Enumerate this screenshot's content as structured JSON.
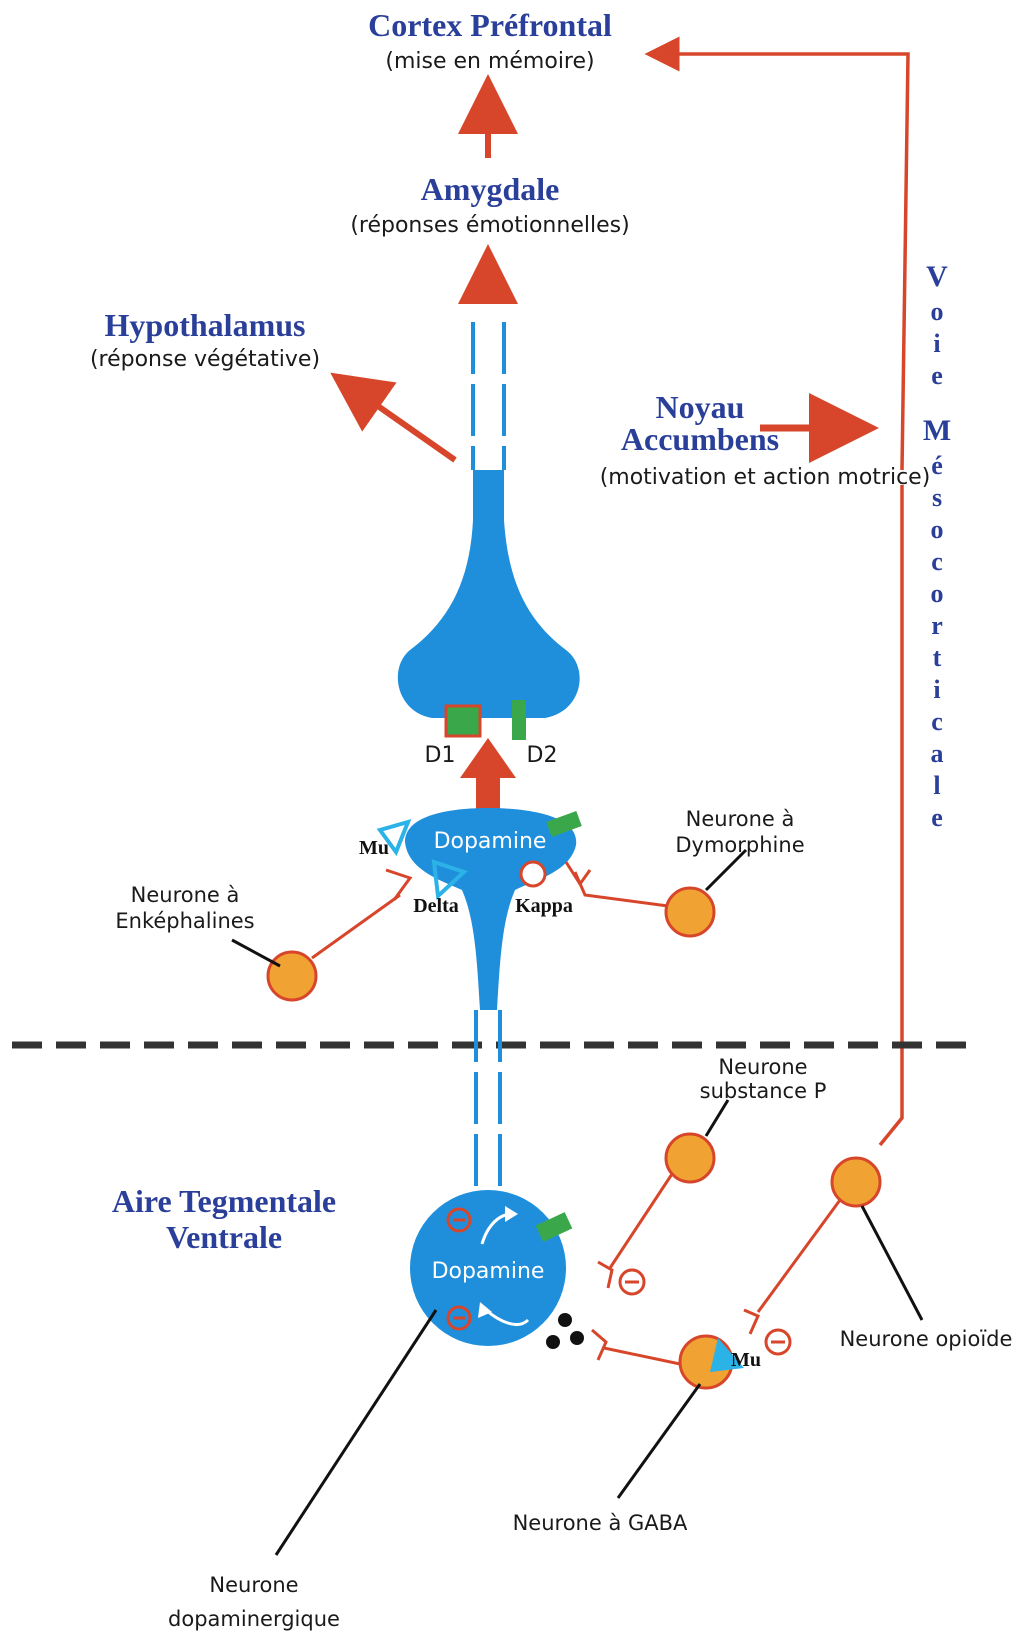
{
  "regions": {
    "cortex": {
      "title": "Cortex Préfrontal",
      "subtitle": "(mise en mémoire)"
    },
    "amygdale": {
      "title": "Amygdale",
      "subtitle": "(réponses émotionnelles)"
    },
    "hypothalamus": {
      "title": "Hypothalamus",
      "subtitle": "(réponse végétative)"
    },
    "accumbens": {
      "title_line1": "Noyau",
      "title_line2": "Accumbens",
      "subtitle": "(motivation et action motrice)"
    },
    "atv": {
      "title_line1": "Aire Tegmentale",
      "title_line2": "Ventrale"
    }
  },
  "pathway": {
    "letters": [
      "V",
      "o",
      "i",
      "e",
      "M",
      "é",
      "s",
      "o",
      "c",
      "o",
      "r",
      "t",
      "i",
      "c",
      "a",
      "l",
      "e"
    ]
  },
  "receptors": {
    "d1": "D1",
    "d2": "D2",
    "mu_top": "Mu",
    "delta": "Delta",
    "kappa": "Kappa",
    "mu_gaba": "Mu"
  },
  "dopamine": {
    "synapse": "Dopamine",
    "soma": "Dopamine"
  },
  "neurons": {
    "enkephalines": {
      "line1": "Neurone à",
      "line2": "Enképhalines"
    },
    "dymorphine": {
      "line1": "Neurone à",
      "line2": "Dymorphine"
    },
    "substance_p": {
      "line1": "Neurone",
      "line2": "substance P"
    },
    "opioide": "Neurone opioïde",
    "gaba": "Neurone à GABA",
    "dopaminergique": {
      "line1": "Neurone",
      "line2": "dopaminergique"
    }
  },
  "colors": {
    "title_blue": "#2a3f99",
    "arrow_red": "#d7462a",
    "neuron_blue": "#1f8fdc",
    "neuron_orange": "#f0a232",
    "receptor_green": "#3aa84a",
    "receptor_cyan": "#2bb2e6"
  }
}
